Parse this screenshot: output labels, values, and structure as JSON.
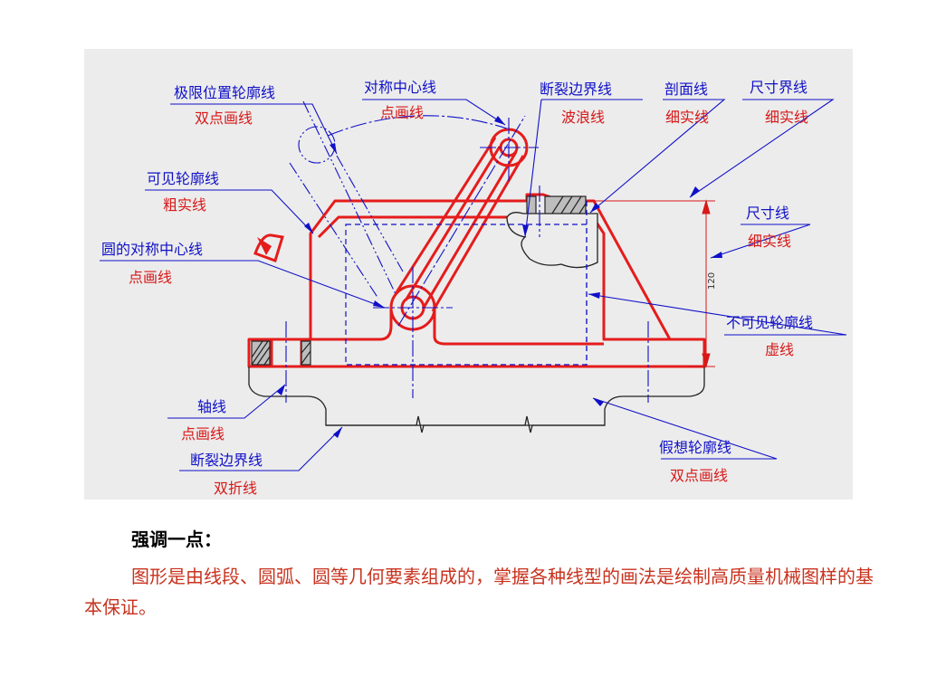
{
  "figure": {
    "labels": {
      "limit_name": "极限位置轮廓线",
      "limit_type": "双点画线",
      "sym_name": "对称中心线",
      "sym_type": "点画线",
      "break_top_name": "断裂边界线",
      "break_top_type": "波浪线",
      "section_name": "剖面线",
      "section_type": "细实线",
      "dimext_name": "尺寸界线",
      "dimext_type": "细实线",
      "visible_name": "可见轮廓线",
      "visible_type": "粗实线",
      "dimline_name": "尺寸线",
      "dimline_type": "细实线",
      "circle_name": "圆的对称中心线",
      "circle_type": "点画线",
      "hidden_name": "不可见轮廓线",
      "hidden_type": "虚线",
      "axis_name": "轴线",
      "axis_type": "点画线",
      "break_bot_name": "断裂边界线",
      "break_bot_type": "双折线",
      "phantom_name": "假想轮廓线",
      "phantom_type": "双点画线"
    },
    "dimension_value": "120"
  },
  "text": {
    "emphasis": "强调一点：",
    "paragraph": "图形是由线段、圆弧、圆等几何要素组成的，掌握各种线型的画法是绘制高质量机械图样的基本保证。"
  },
  "colors": {
    "panel": "#ececec",
    "outline": "#e51c1c",
    "annotation": "#1010c8",
    "line_type": "#d81818",
    "paragraph": "#c8321e"
  }
}
